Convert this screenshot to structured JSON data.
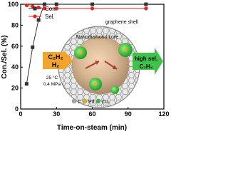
{
  "chart_data": {
    "type": "line",
    "xlabel": "Time-on-steam (min)",
    "ylabel": "Con./Sel. (%)",
    "xlim": [
      0,
      120
    ],
    "ylim": [
      0,
      100
    ],
    "xticks": [
      "0",
      "30",
      "60",
      "90",
      "120"
    ],
    "yticks": [
      "0",
      "20",
      "40",
      "60",
      "80",
      "100"
    ],
    "grid": false,
    "legend_position": "top-left",
    "series": [
      {
        "name": "Con.",
        "color": "#333333",
        "marker": "square",
        "x": [
          5,
          10,
          15,
          20,
          30,
          60,
          105
        ],
        "y": [
          24,
          59,
          85,
          100,
          100,
          100,
          100
        ]
      },
      {
        "name": "Sel.",
        "color": "#e8231f",
        "marker": "circle",
        "x": [
          5,
          10,
          15,
          20,
          30,
          60,
          105
        ],
        "y": [
          99,
          98,
          97,
          96,
          96,
          96,
          96
        ]
      }
    ],
    "annotations": {
      "core_label": "Nanodiamond core",
      "shell_label": "graphene shell",
      "reactant_line1": "C₂H₂",
      "reactant_line2": "H₂",
      "conditions_line1": "25 °C",
      "conditions_line2": "0.4 MPa",
      "product_line1": "high sel.",
      "product_line2": "C₂H₄",
      "atom_legend": [
        {
          "label": "C",
          "color": "#a9a9a9"
        },
        {
          "label": "Pd",
          "color": "#f0ad1c"
        },
        {
          "label": "Cu",
          "color": "#2fbf3a"
        }
      ]
    }
  }
}
